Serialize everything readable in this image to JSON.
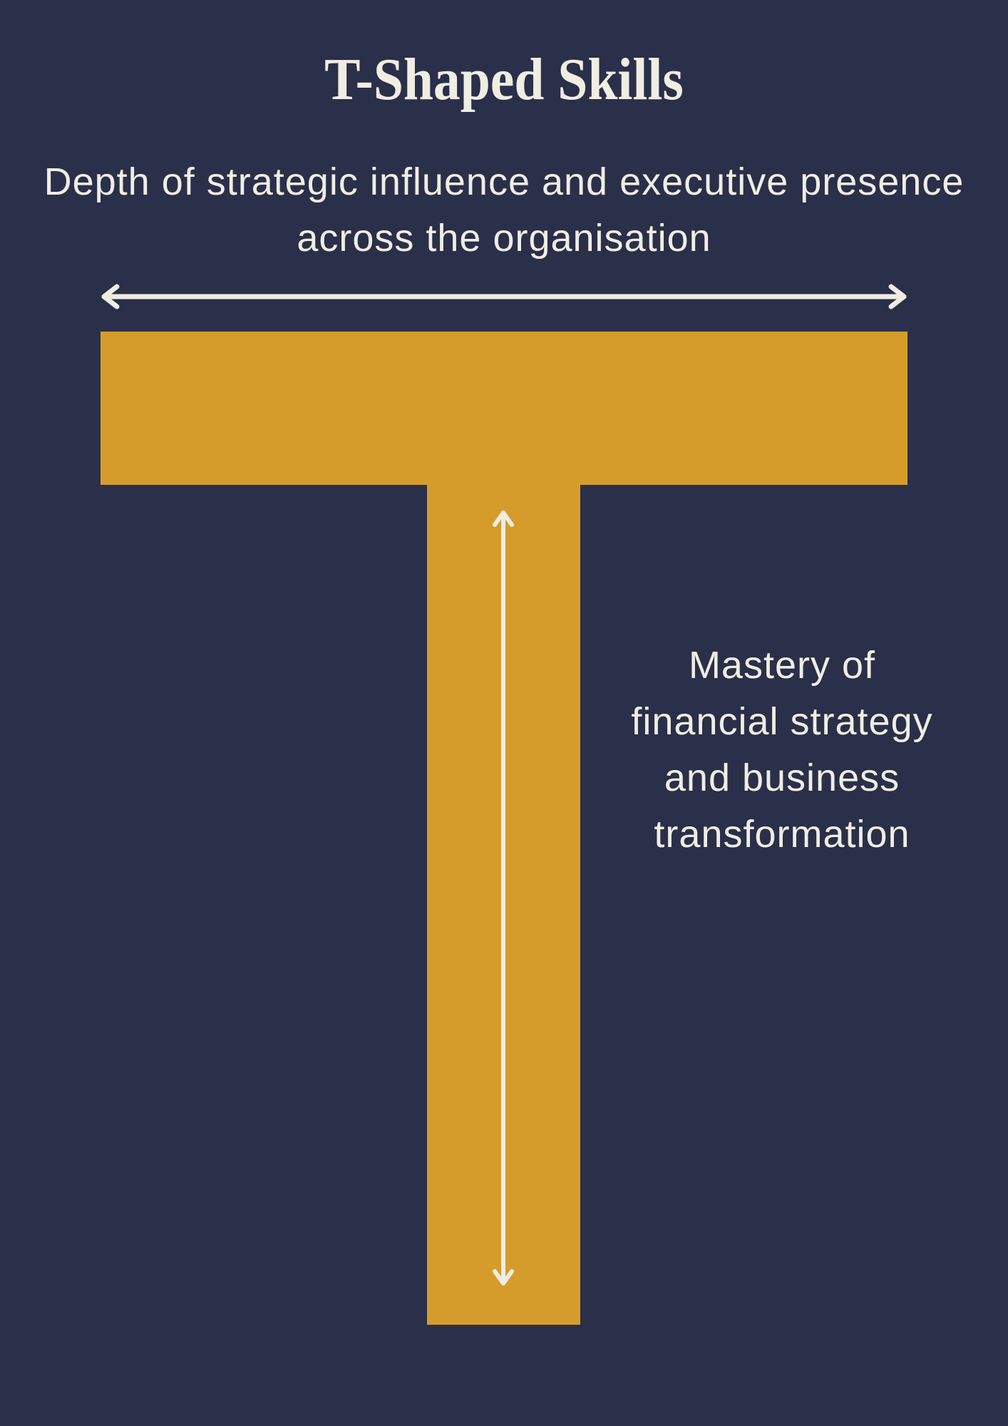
{
  "title": "T-Shaped Skills",
  "breadth_label": "Depth of strategic influence and executive presence across the organisation",
  "depth_label": "Mastery of financial strategy and business transformation",
  "colors": {
    "background": "#2a2f4a",
    "accent": "#d69c2b",
    "text": "#f0ede3"
  }
}
